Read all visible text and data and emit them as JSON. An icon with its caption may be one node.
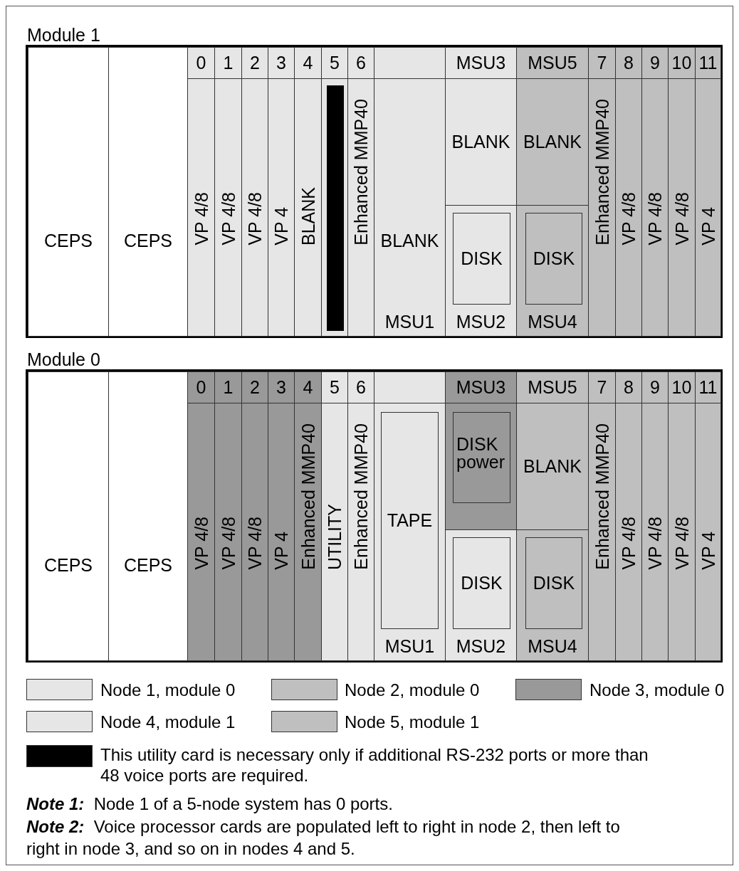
{
  "diagram": {
    "nodes": [
      {
        "text": [
          "Module 1"
        ]
      },
      {
        "text": [
          "CEPS"
        ],
        "in": 0
      },
      {
        "text": [
          "CEPS"
        ],
        "in": 0
      },
      {
        "text": [
          "0",
          "VP 4/8"
        ],
        "in": 0
      },
      {
        "text": [
          "1",
          "VP 4/8"
        ],
        "in": 0
      },
      {
        "text": [
          "2",
          "VP 4/8"
        ],
        "in": 0
      },
      {
        "text": [
          "3",
          "VP 4"
        ],
        "in": 0
      },
      {
        "text": [
          "4",
          "BLANK"
        ],
        "in": 0
      },
      {
        "text": [
          "5"
        ],
        "in": 0
      },
      {
        "text": [],
        "shape": "bar",
        "in": 8
      },
      {
        "text": [
          "6",
          "Enhanced MMP40"
        ],
        "in": 0
      },
      {
        "text": [
          "BLANK",
          "MSU1"
        ],
        "in": 0
      },
      {
        "text": [
          "MSU3",
          "BLANK"
        ],
        "in": 0
      },
      {
        "text": [
          "MSU2"
        ],
        "in": 0
      },
      {
        "text": [
          "DISK"
        ],
        "in": 13
      },
      {
        "text": [
          "MSU5",
          "BLANK"
        ],
        "in": 0
      },
      {
        "text": [
          "MSU4"
        ],
        "in": 0
      },
      {
        "text": [
          "DISK"
        ],
        "in": 16
      },
      {
        "text": [
          "7",
          "Enhanced MMP40"
        ],
        "in": 0
      },
      {
        "text": [
          "8",
          "VP 4/8"
        ],
        "in": 0
      },
      {
        "text": [
          "9",
          "VP 4/8"
        ],
        "in": 0
      },
      {
        "text": [
          "10",
          "VP 4/8"
        ],
        "in": 0
      },
      {
        "text": [
          "11",
          "VP 4"
        ],
        "in": 0
      },
      {
        "text": [
          "Module 0"
        ]
      },
      {
        "text": [
          "CEPS"
        ],
        "in": 23
      },
      {
        "text": [
          "CEPS"
        ],
        "in": 23
      },
      {
        "text": [
          "0",
          "VP 4/8"
        ],
        "in": 23
      },
      {
        "text": [
          "1",
          "VP 4/8"
        ],
        "in": 23
      },
      {
        "text": [
          "2",
          "VP 4/8"
        ],
        "in": 23
      },
      {
        "text": [
          "3",
          "VP 4"
        ],
        "in": 23
      },
      {
        "text": [
          "4",
          "Enhanced MMP40"
        ],
        "in": 23
      },
      {
        "text": [
          "5",
          "UTILITY"
        ],
        "in": 23
      },
      {
        "text": [
          "6",
          "Enhanced MMP40"
        ],
        "in": 23
      },
      {
        "text": [
          "MSU1"
        ],
        "in": 23
      },
      {
        "text": [
          "TAPE"
        ],
        "in": 33
      },
      {
        "text": [
          "MSU3"
        ],
        "in": 23
      },
      {
        "text": [
          "DISK power"
        ],
        "in": 35
      },
      {
        "text": [
          "MSU2"
        ],
        "in": 23
      },
      {
        "text": [
          "DISK"
        ],
        "in": 37
      },
      {
        "text": [
          "MSU5",
          "BLANK"
        ],
        "in": 23
      },
      {
        "text": [
          "MSU4"
        ],
        "in": 23
      },
      {
        "text": [
          "DISK"
        ],
        "in": 40
      },
      {
        "text": [
          "7",
          "Enhanced MMP40"
        ],
        "in": 23
      },
      {
        "text": [
          "8",
          "VP 4/8"
        ],
        "in": 23
      },
      {
        "text": [
          "9",
          "VP 4/8"
        ],
        "in": 23
      },
      {
        "text": [
          "10",
          "VP 4/8"
        ],
        "in": 23
      },
      {
        "text": [
          "11",
          "VP 4"
        ],
        "in": 23
      }
    ],
    "labels": [
      "**Note 1:**  Node 1 of a 5-node system has 0 ports.",
      "**Note 2:**  Voice processor cards are populated left to right in node 2, then left to right in node 3, and so on in nodes 4 and 5."
    ],
    "legend": [
      {
        "text": "Node 1, module 0",
        "color": "#e6e6e6"
      },
      {
        "text": "Node 2, module 0",
        "color": "#bfbfbf"
      },
      {
        "text": "Node 3, module 0",
        "color": "#999999"
      },
      {
        "text": "Node 4, module 1",
        "color": "#e6e6e6"
      },
      {
        "text": "Node 5, module 1",
        "color": "#bfbfbf"
      },
      {
        "text": "This utility card is necessary only if additional RS-232 ports or more than 48 voice ports are required.",
        "color": "#000000"
      }
    ]
  }
}
